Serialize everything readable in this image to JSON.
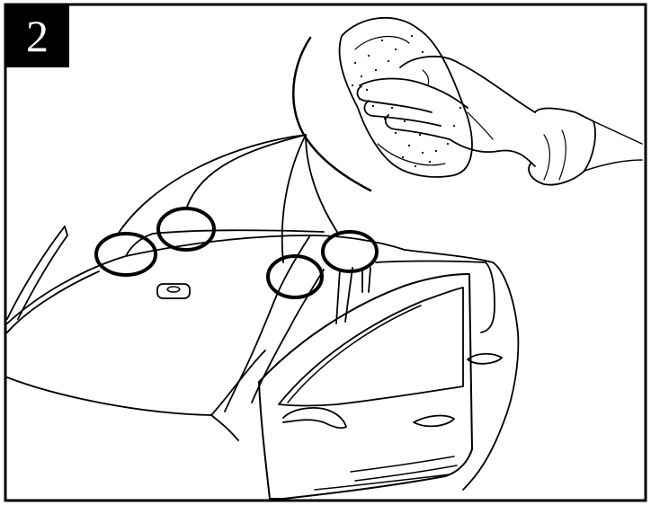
{
  "step": {
    "number": "2"
  },
  "colors": {
    "ink": "#000000",
    "paper": "#ffffff",
    "badge_text": "#ffffff"
  },
  "callouts": {
    "count": 4,
    "shape": "circle"
  }
}
